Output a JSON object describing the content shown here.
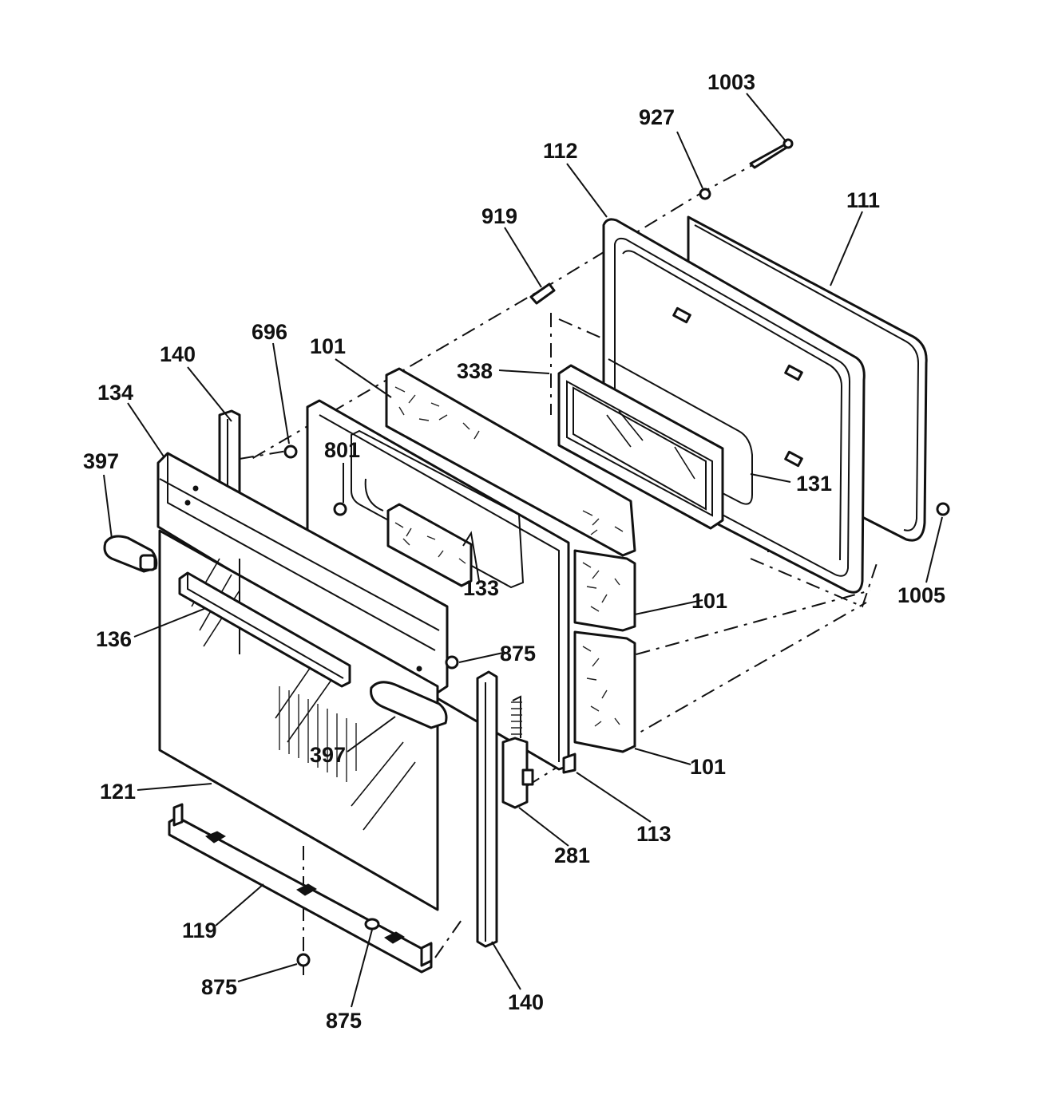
{
  "callouts": [
    {
      "id": "c1003",
      "text": "1003"
    },
    {
      "id": "c927",
      "text": "927"
    },
    {
      "id": "c112",
      "text": "112"
    },
    {
      "id": "c111",
      "text": "111"
    },
    {
      "id": "c919",
      "text": "919"
    },
    {
      "id": "c696",
      "text": "696"
    },
    {
      "id": "c101a",
      "text": "101"
    },
    {
      "id": "c338",
      "text": "338"
    },
    {
      "id": "c140a",
      "text": "140"
    },
    {
      "id": "c134",
      "text": "134"
    },
    {
      "id": "c397a",
      "text": "397"
    },
    {
      "id": "c801",
      "text": "801"
    },
    {
      "id": "c131",
      "text": "131"
    },
    {
      "id": "c1005",
      "text": "1005"
    },
    {
      "id": "c133",
      "text": "133"
    },
    {
      "id": "c101b",
      "text": "101"
    },
    {
      "id": "c136",
      "text": "136"
    },
    {
      "id": "c875a",
      "text": "875"
    },
    {
      "id": "c397b",
      "text": "397"
    },
    {
      "id": "c101c",
      "text": "101"
    },
    {
      "id": "c121",
      "text": "121"
    },
    {
      "id": "c113",
      "text": "113"
    },
    {
      "id": "c281",
      "text": "281"
    },
    {
      "id": "c119",
      "text": "119"
    },
    {
      "id": "c875b",
      "text": "875"
    },
    {
      "id": "c875c",
      "text": "875"
    },
    {
      "id": "c140b",
      "text": "140"
    }
  ]
}
